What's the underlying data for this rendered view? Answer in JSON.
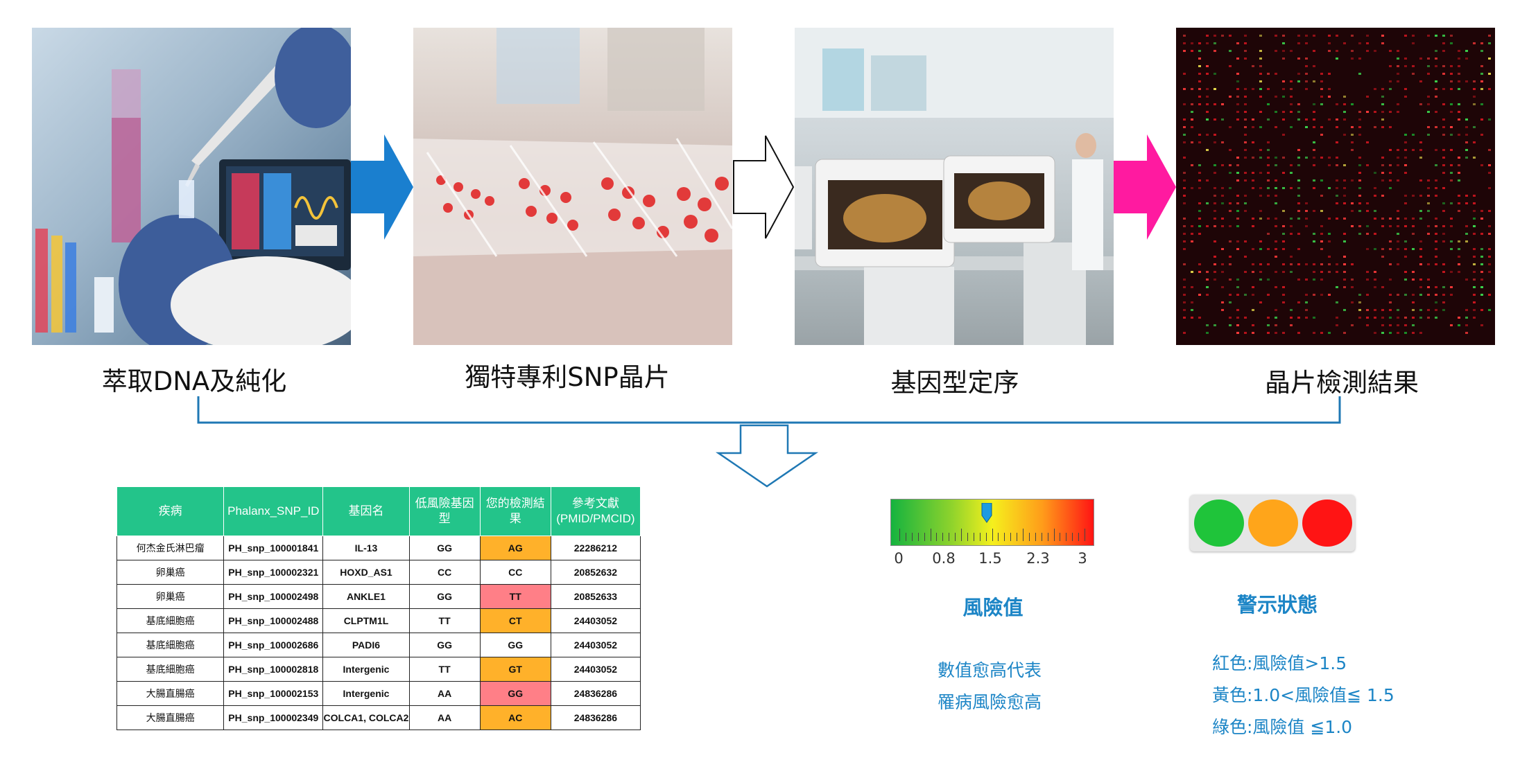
{
  "steps": [
    {
      "caption": "萃取DNA及純化",
      "image": "dna-extraction-photo"
    },
    {
      "caption": "獨特專利SNP晶片",
      "image": "snp-chip-photo"
    },
    {
      "caption": "基因型定序",
      "image": "genotyping-lab-photo"
    },
    {
      "caption": "晶片檢測結果",
      "image": "microarray-result-photo"
    }
  ],
  "arrows": [
    {
      "icon": "arrow-right-blue-icon",
      "color": "#1a7fcf"
    },
    {
      "icon": "arrow-right-outline-icon",
      "color": "#ffffff"
    },
    {
      "icon": "arrow-right-magenta-icon",
      "color": "#ff1aa0"
    }
  ],
  "table": {
    "headers": [
      "疾病",
      "Phalanx_SNP_ID",
      "基因名",
      "低風險基因型",
      "您的檢測結果",
      "參考文獻\n(PMID/PMCID)"
    ],
    "header_color": "#23c48a",
    "rows": [
      {
        "disease": "何杰金氏淋巴瘤",
        "snp_id": "PH_snp_100001841",
        "gene": "IL-13",
        "low_risk": "GG",
        "result": "AG",
        "result_color": "orange",
        "ref": "22286212"
      },
      {
        "disease": "卵巢癌",
        "snp_id": "PH_snp_100002321",
        "gene": "HOXD_AS1",
        "low_risk": "CC",
        "result": "CC",
        "result_color": "white",
        "ref": "20852632"
      },
      {
        "disease": "卵巢癌",
        "snp_id": "PH_snp_100002498",
        "gene": "ANKLE1",
        "low_risk": "GG",
        "result": "TT",
        "result_color": "pink",
        "ref": "20852633"
      },
      {
        "disease": "基底細胞癌",
        "snp_id": "PH_snp_100002488",
        "gene": "CLPTM1L",
        "low_risk": "TT",
        "result": "CT",
        "result_color": "orange",
        "ref": "24403052"
      },
      {
        "disease": "基底細胞癌",
        "snp_id": "PH_snp_100002686",
        "gene": "PADI6",
        "low_risk": "GG",
        "result": "GG",
        "result_color": "white",
        "ref": "24403052"
      },
      {
        "disease": "基底細胞癌",
        "snp_id": "PH_snp_100002818",
        "gene": "Intergenic",
        "low_risk": "TT",
        "result": "GT",
        "result_color": "orange",
        "ref": "24403052"
      },
      {
        "disease": "大腸直腸癌",
        "snp_id": "PH_snp_100002153",
        "gene": "Intergenic",
        "low_risk": "AA",
        "result": "GG",
        "result_color": "pink",
        "ref": "24836286"
      },
      {
        "disease": "大腸直腸癌",
        "snp_id": "PH_snp_100002349",
        "gene": "COLCA1, COLCA2",
        "low_risk": "AA",
        "result": "AC",
        "result_color": "orange",
        "ref": "24836286"
      }
    ]
  },
  "risk_scale": {
    "labels": [
      "0",
      "0.8",
      "1.5",
      "2.3",
      "3"
    ],
    "values": [
      0,
      0.8,
      1.5,
      2.3,
      3
    ],
    "marker_value": 1.5,
    "title": "風險值",
    "desc_line1": "數值愈高代表",
    "desc_line2": "罹病風險愈高"
  },
  "alert": {
    "title": "警示狀態",
    "lights": [
      {
        "color": "#1fc43a",
        "name": "green"
      },
      {
        "color": "#ffa51a",
        "name": "orange"
      },
      {
        "color": "#ff1414",
        "name": "red"
      }
    ],
    "red_rule": "紅色:風險值>1.5",
    "yellow_rule": "黃色:1.0<風險值≦ 1.5",
    "green_rule": "綠色:風險值 ≦1.0"
  }
}
